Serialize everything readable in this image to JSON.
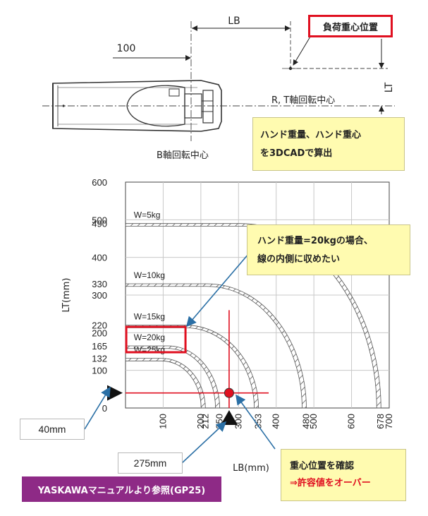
{
  "top_drawing": {
    "lb_label": "LB",
    "dim_100_label": "100",
    "lt_label": "LT",
    "load_center_label": "負荷重心位置",
    "rt_axis_label": "R, T軸回転中心",
    "b_axis_label": "B軸回転中心"
  },
  "notes": {
    "cad_note": [
      "ハンド重量、ハンド重心",
      "を3DCADで算出"
    ],
    "hand_note": [
      "ハンド重量=20kgの場合、",
      "線の内側に収めたい"
    ],
    "check_note_line1": "重心位置を確認",
    "check_note_line2": "⇒許容値をオーバー",
    "tag_40": "40mm",
    "tag_275": "275mm",
    "reference": "YASKAWAマニュアルより参照(GP25)"
  },
  "chart_data": {
    "type": "line",
    "xlabel": "LB(mm)",
    "ylabel": "LT(mm)",
    "xlim": [
      0,
      700
    ],
    "ylim": [
      0,
      600
    ],
    "x_ticks": [
      100,
      200,
      212,
      250,
      300,
      353,
      400,
      480,
      500,
      600,
      678,
      700
    ],
    "y_ticks": [
      0,
      100,
      132,
      165,
      200,
      220,
      300,
      330,
      400,
      490,
      500,
      600
    ],
    "grid": true,
    "series": [
      {
        "name": "W=5kg",
        "flat_lt": 490,
        "max_lb": 678
      },
      {
        "name": "W=10kg",
        "flat_lt": 330,
        "max_lb": 480
      },
      {
        "name": "W=15kg",
        "flat_lt": 220,
        "max_lb": 353
      },
      {
        "name": "W=20kg",
        "flat_lt": 165,
        "max_lb": 250
      },
      {
        "name": "W=25kg",
        "flat_lt": 132,
        "max_lb": 212
      }
    ],
    "highlight_point": {
      "lb": 275,
      "lt": 40
    }
  },
  "colors": {
    "red": "#e01020",
    "note_bg": "#fffbb0",
    "reference_bg": "#8e2a86",
    "arrow_blue": "#2a6fa5"
  }
}
